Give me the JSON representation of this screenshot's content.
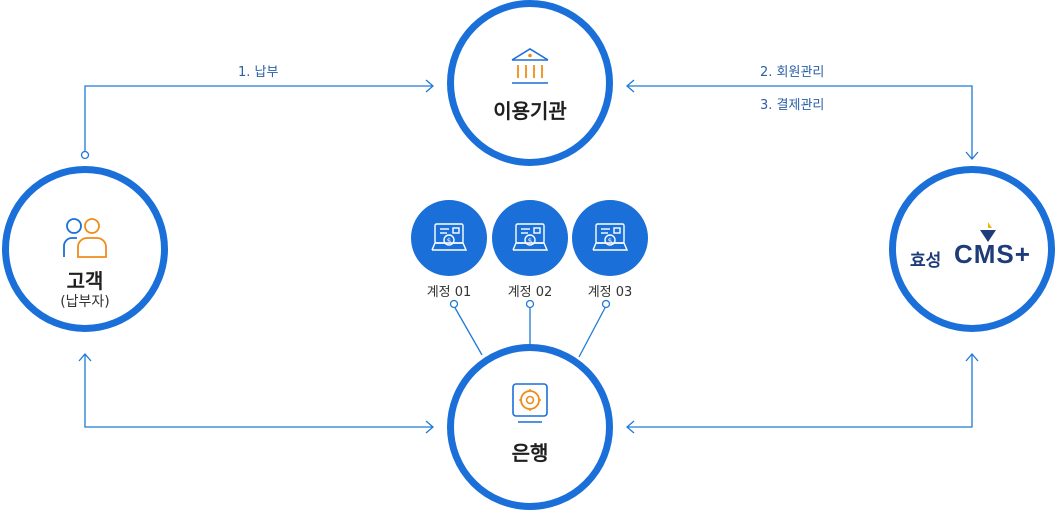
{
  "nodes": {
    "org": {
      "title": "이용기관",
      "icon": "bank-icon"
    },
    "customer": {
      "title": "고객",
      "subtitle": "(납부자)",
      "icon": "users-icon"
    },
    "bank": {
      "title": "은행",
      "icon": "safe-icon"
    },
    "cms": {
      "brand_prefix": "효성",
      "brand_name": "CMS+"
    }
  },
  "edges": {
    "payment": "1. 납부",
    "member_mgmt": "2. 회원관리",
    "settlement_mgmt": "3. 결제관리"
  },
  "accounts": [
    {
      "label": "계정 01",
      "icon": "payment-terminal-icon"
    },
    {
      "label": "계정 02",
      "icon": "payment-terminal-icon"
    },
    {
      "label": "계정 03",
      "icon": "payment-terminal-icon"
    }
  ],
  "colors": {
    "accent": "#1a6fd8",
    "line": "#1e7ad6",
    "orange": "#f08c1a"
  }
}
